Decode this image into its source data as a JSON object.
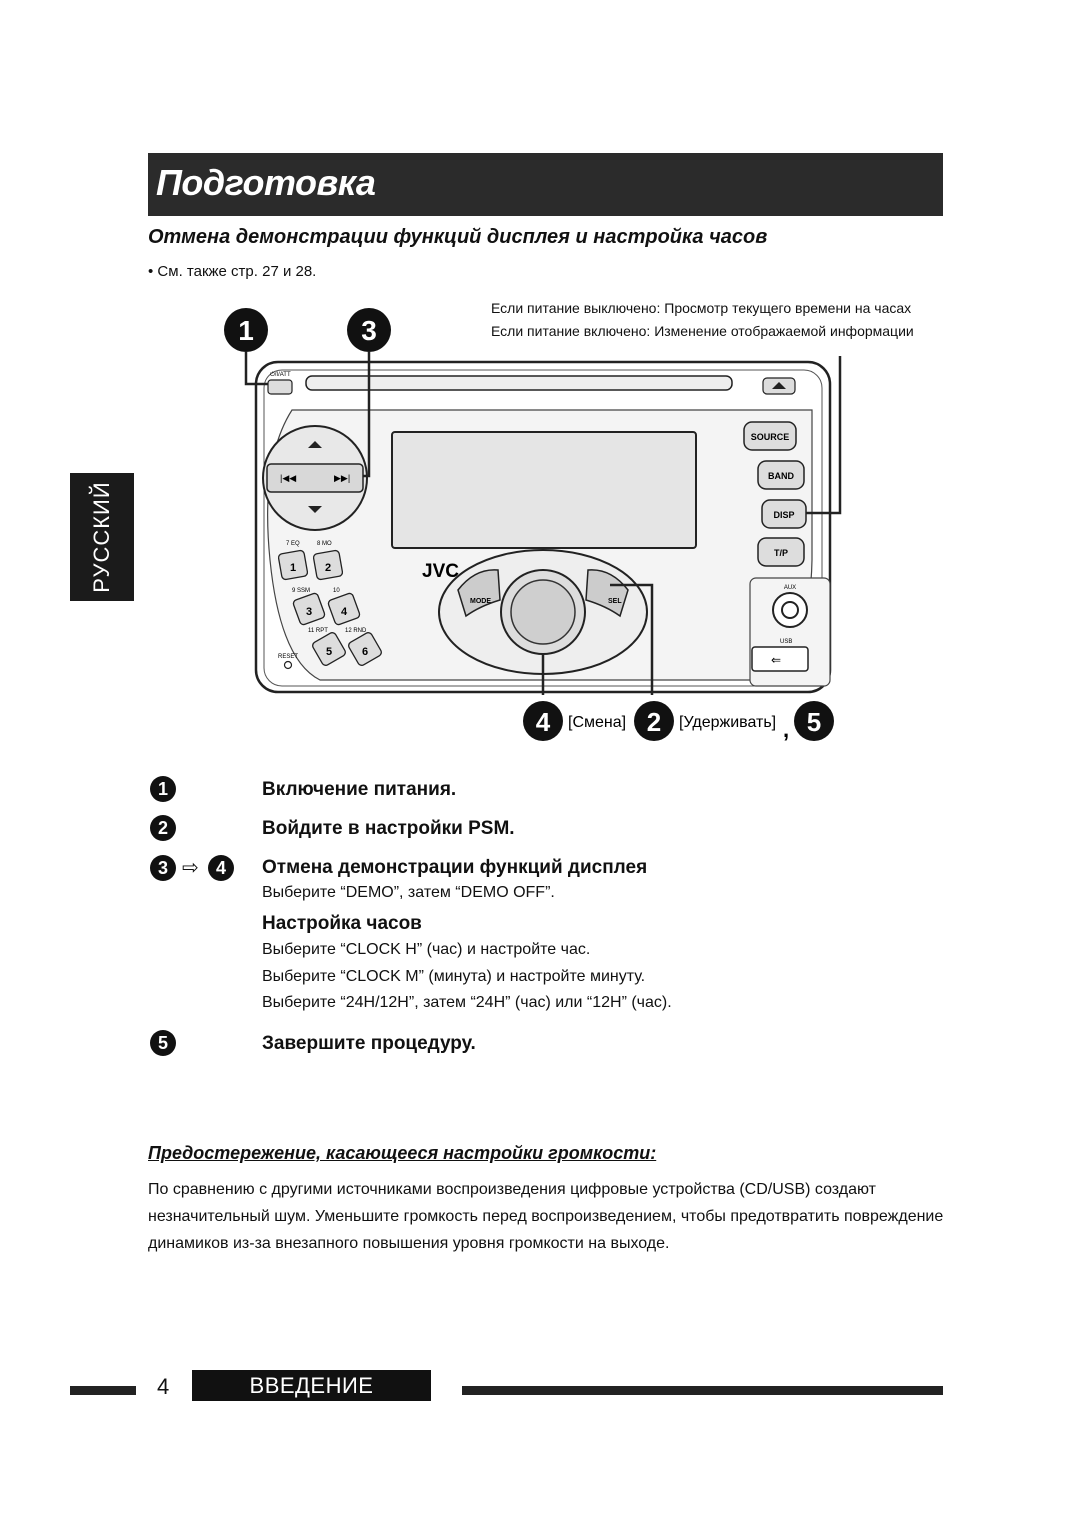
{
  "header": {
    "title": "Подготовка",
    "subtitle": "Отмена демонстрации функций дисплея и настройка часов",
    "see_also": "•  См. также стр. 27 и 28."
  },
  "callouts": {
    "power_off": "Если питание выключено: Просмотр текущего времени на часах",
    "power_on": "Если питание включено: Изменение отображаемой информации"
  },
  "side_tab": "РУССКИЙ",
  "diagram": {
    "big_numbers": [
      "1",
      "3"
    ],
    "bottom_labels": {
      "num4": "4",
      "change": "[Смена]",
      "num2": "2",
      "hold": "[Удерживать]",
      "comma": ",",
      "num5": "5"
    },
    "device": {
      "brand": "JVC",
      "power_button": "⏻/I/ATT",
      "buttons": [
        "SOURCE",
        "BAND",
        "DISP",
        "T/P"
      ],
      "knob_left": "MODE",
      "knob_right": "SEL",
      "aux": "AUX",
      "usb": "USB",
      "reset": "RESET",
      "presets": [
        {
          "num": "1",
          "label": "7  EQ"
        },
        {
          "num": "2",
          "label": "8  MO"
        },
        {
          "num": "3",
          "label": "9  SSM"
        },
        {
          "num": "4",
          "label": "10"
        },
        {
          "num": "5",
          "label": "11  RPT"
        },
        {
          "num": "6",
          "label": "12  RND"
        }
      ]
    }
  },
  "steps": [
    {
      "num": "1",
      "title": "Включение питания."
    },
    {
      "num": "2",
      "title": "Войдите в настройки PSM."
    },
    {
      "num": "3",
      "arrow": "⇨",
      "num_b": "4",
      "title": "Отмена демонстрации функций дисплея",
      "text": "Выберите “DEMO”, затем “DEMO OFF”.",
      "sub_title": "Настройка часов",
      "sub_lines": [
        "Выберите “CLOCK H” (час) и настройте час.",
        "Выберите “CLOCK M” (минута) и настройте минуту.",
        "Выберите “24H/12H”, затем “24H” (час) или “12H” (час)."
      ]
    },
    {
      "num": "5",
      "title": "Завершите процедуру."
    }
  ],
  "caution": {
    "title": "Предостережение, касающееся настройки громкости:",
    "text": "По сравнению с другими источниками воспроизведения цифровые устройства (CD/USB) создают незначительный шум. Уменьшите громкость перед воспроизведением, чтобы предотвратить повреждение динамиков из-за внезапного повышения уровня громкости на выходе."
  },
  "footer": {
    "page": "4",
    "section": "ВВЕДЕНИЕ"
  }
}
